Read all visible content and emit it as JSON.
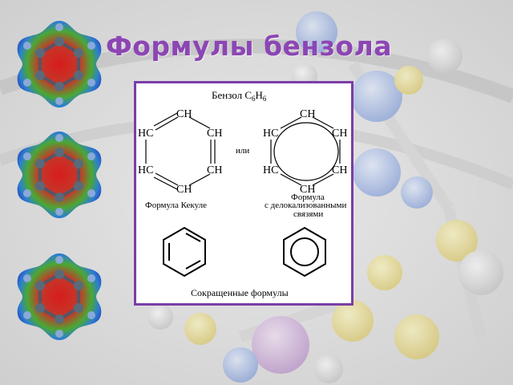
{
  "slide": {
    "title": "Формулы бензола"
  },
  "diagram": {
    "heading": "Бензол С",
    "heading_sub1": "6",
    "heading_h": "Н",
    "heading_sub2": "6",
    "ch_label": "CH",
    "hc_label": "HC",
    "connector": "или",
    "kekule_caption": "Формула Кекуле",
    "deloc_caption_line1": "Формула",
    "deloc_caption_line2": "с делокализованными",
    "deloc_caption_line3": "связями",
    "short_caption": "Сокращенные формулы"
  },
  "colors": {
    "title": "#8c46b4",
    "panel_border": "#7a3ea6",
    "heading_blue": "#1a1a7a",
    "connector_blue": "#1a3aa0"
  }
}
